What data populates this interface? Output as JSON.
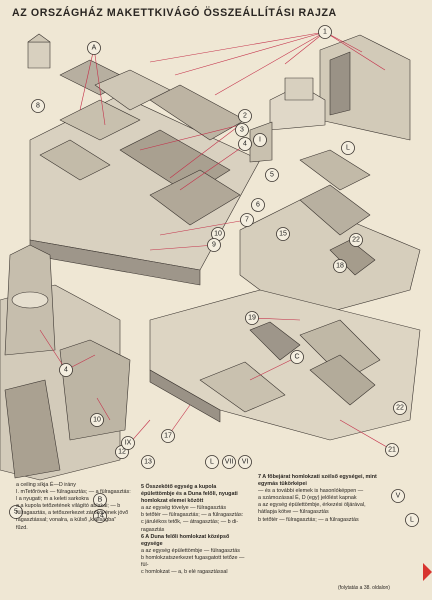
{
  "title": "AZ ORSZÁGHÁZ MAKETTKIVÁGÓ ÖSSZEÁLLÍTÁSI RAJZA",
  "callouts": [
    "1",
    "A",
    "8",
    "2",
    "3",
    "4",
    "I",
    "L",
    "5",
    "6",
    "7",
    "10",
    "9",
    "15",
    "22",
    "18",
    "19",
    "C",
    "4",
    "10",
    "12",
    "17",
    "IX",
    "13",
    "L",
    "VII",
    "VI",
    "21",
    "22",
    "V",
    "L",
    "5",
    "14",
    "B"
  ],
  "legend1": [
    "a ceiling síkja É—D irány",
    "I. mTetőrövek — fülragasztás; — a fülragasztás:",
    "l a nyugati; m a keleti sarkokra",
    "a a kupola tetőzetének világító ablakai; — b",
    "fülragasztás, a tetőszerkezet zárókövének jövő",
    "ragasztással; vonalra, a külső „kiállságba”",
    "fűzd."
  ],
  "legend2": {
    "heading": "5 Összekötő egység a kupola épülettömbje és a Duna felőli, nyugati homlokzat elemei között",
    "lines": [
      "a az egység tövelye — fülragasztás",
      "b tetőtér — fülragasztás; — a fülragasztás:",
      "c járulékos tetők, — átragasztás; — b di-",
      "ragasztás"
    ],
    "heading2": "6 A Duna felőli homlokzat középső egysége",
    "lines2": [
      "a az egység épülettömbje — fülragasztás",
      "b homlokzatszerkezet fugasgatott tetőze — fül-",
      "c homlokzat — a, b elé ragasztással"
    ]
  },
  "legend3": {
    "heading": "7 A főbejárat homlokzati szélső egységei, mint egymás tükörképei",
    "lines": [
      "— és a további elemek is hasonlóképpen —",
      "a számozással É, D (egy) jelölést kapnak",
      "a az egység épülettömbje, érkezési öljárával,",
      "hátlapja kötve — fülragasztás",
      "b tetőtér — fülragasztás; — a fülragasztás"
    ]
  },
  "continued": "(folytatás a 38. oldalon)"
}
